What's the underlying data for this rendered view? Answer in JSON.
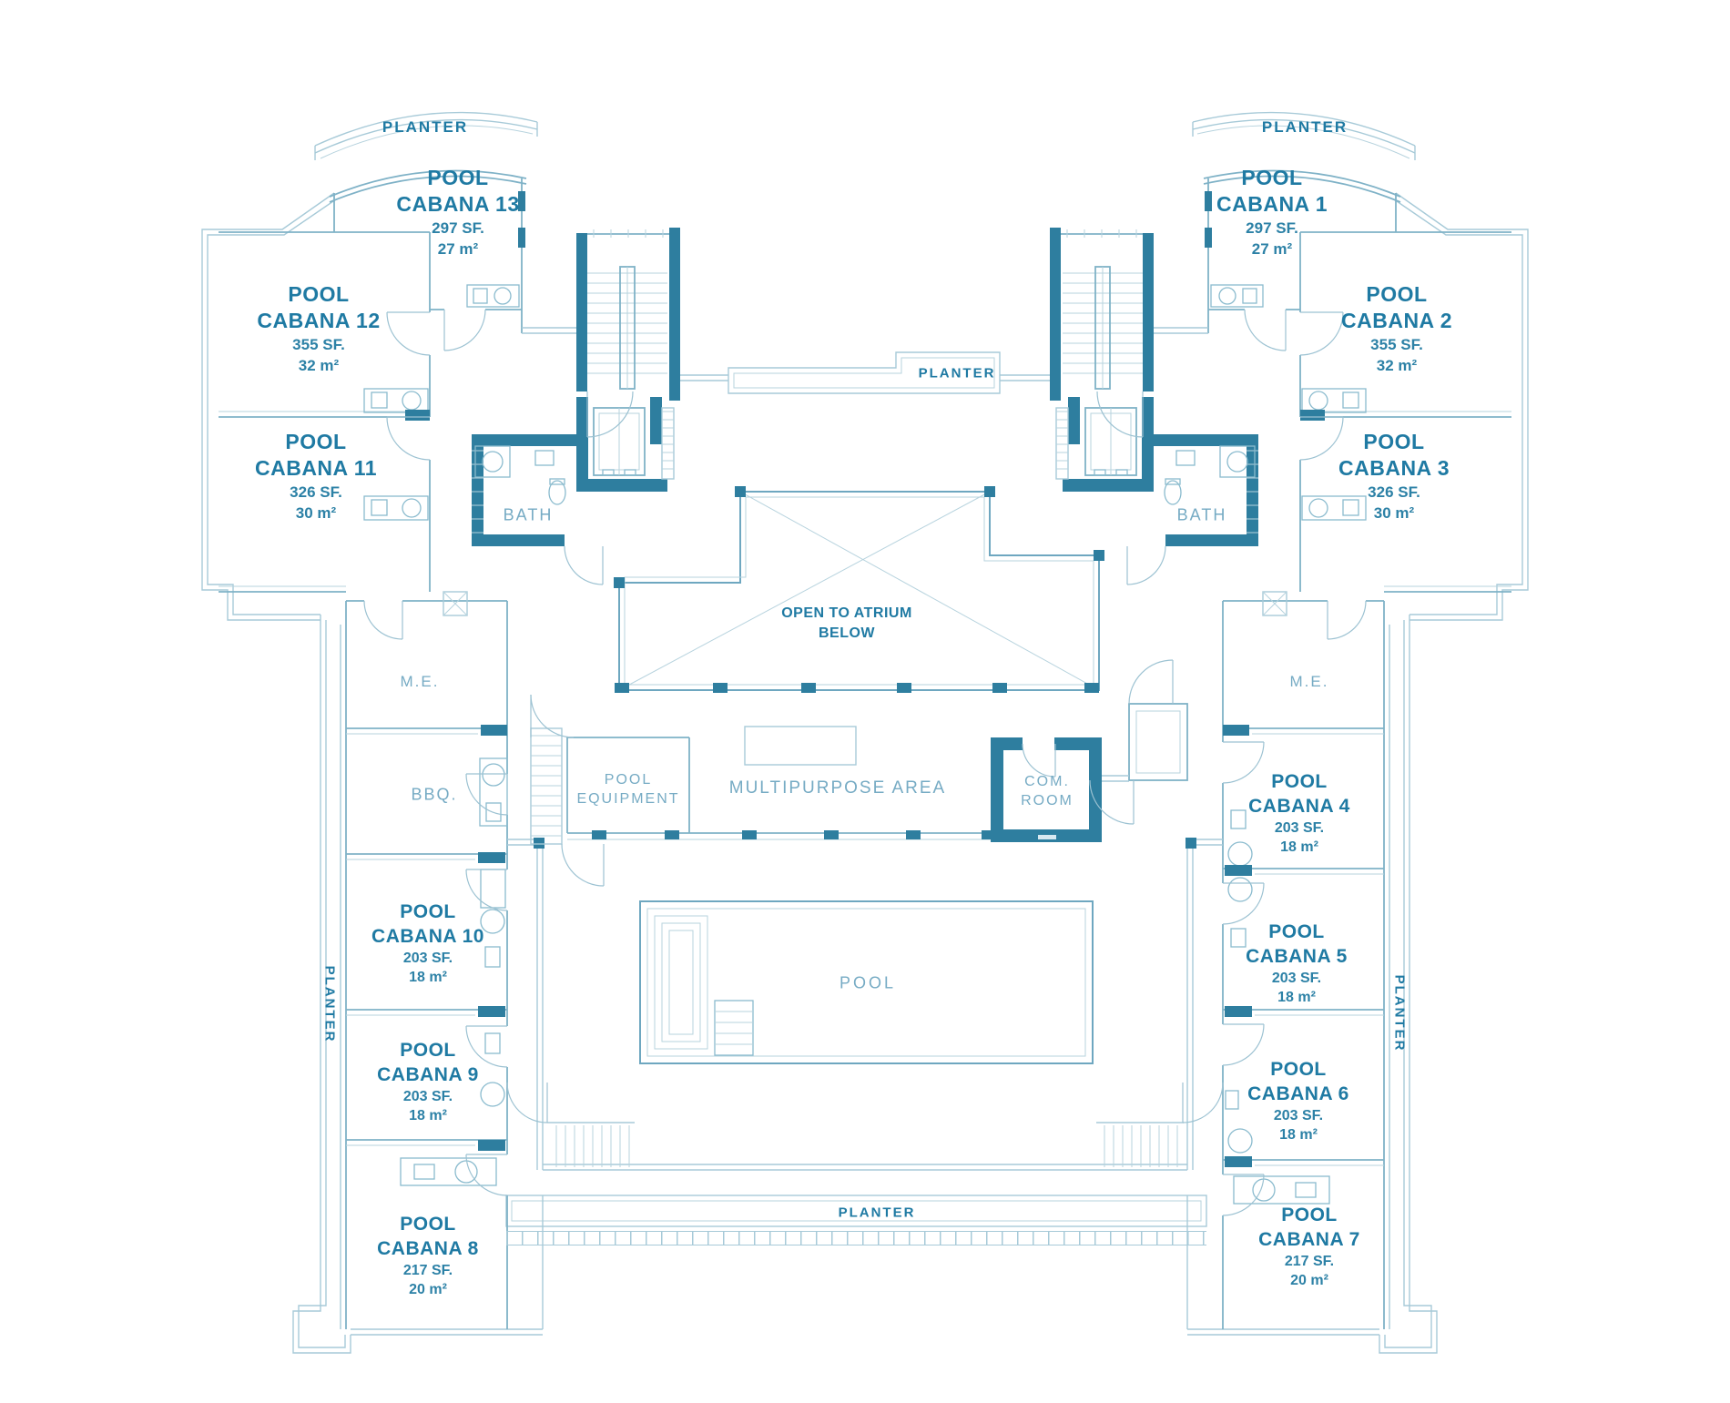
{
  "colors": {
    "wall_dark": "#2e7e9f",
    "line_light": "#a7cad8",
    "label_bold": "#1f7aa3",
    "label_light": "#76abc4",
    "background": "#ffffff"
  },
  "planters": {
    "top_left": "PLANTER",
    "top_right": "PLANTER",
    "center": "PLANTER",
    "bottom": "PLANTER",
    "left_vertical": "PLANTER",
    "right_vertical": "PLANTER"
  },
  "cabanas": [
    {
      "line1": "POOL",
      "line2": "CABANA 1",
      "area_sf": "297 SF.",
      "area_m": "27 m²"
    },
    {
      "line1": "POOL",
      "line2": "CABANA 2",
      "area_sf": "355 SF.",
      "area_m": "32 m²"
    },
    {
      "line1": "POOL",
      "line2": "CABANA 3",
      "area_sf": "326 SF.",
      "area_m": "30 m²"
    },
    {
      "line1": "POOL",
      "line2": "CABANA 4",
      "area_sf": "203 SF.",
      "area_m": "18 m²"
    },
    {
      "line1": "POOL",
      "line2": "CABANA 5",
      "area_sf": "203 SF.",
      "area_m": "18 m²"
    },
    {
      "line1": "POOL",
      "line2": "CABANA 6",
      "area_sf": "203 SF.",
      "area_m": "18 m²"
    },
    {
      "line1": "POOL",
      "line2": "CABANA 7",
      "area_sf": "217 SF.",
      "area_m": "20 m²"
    },
    {
      "line1": "POOL",
      "line2": "CABANA 8",
      "area_sf": "217 SF.",
      "area_m": "20 m²"
    },
    {
      "line1": "POOL",
      "line2": "CABANA 9",
      "area_sf": "203 SF.",
      "area_m": "18 m²"
    },
    {
      "line1": "POOL",
      "line2": "CABANA 10",
      "area_sf": "203 SF.",
      "area_m": "18 m²"
    },
    {
      "line1": "POOL",
      "line2": "CABANA 11",
      "area_sf": "326 SF.",
      "area_m": "30 m²"
    },
    {
      "line1": "POOL",
      "line2": "CABANA 12",
      "area_sf": "355 SF.",
      "area_m": "32 m²"
    },
    {
      "line1": "POOL",
      "line2": "CABANA 13",
      "area_sf": "297 SF.",
      "area_m": "27 m²"
    }
  ],
  "rooms": {
    "bath": "BATH",
    "me": "M.E.",
    "bbq": "BBQ.",
    "pool_equipment_1": "POOL",
    "pool_equipment_2": "EQUIPMENT",
    "multipurpose": "MULTIPURPOSE AREA",
    "com_1": "COM.",
    "com_2": "ROOM",
    "atrium_1": "OPEN TO ATRIUM",
    "atrium_2": "BELOW",
    "pool": "POOL"
  }
}
